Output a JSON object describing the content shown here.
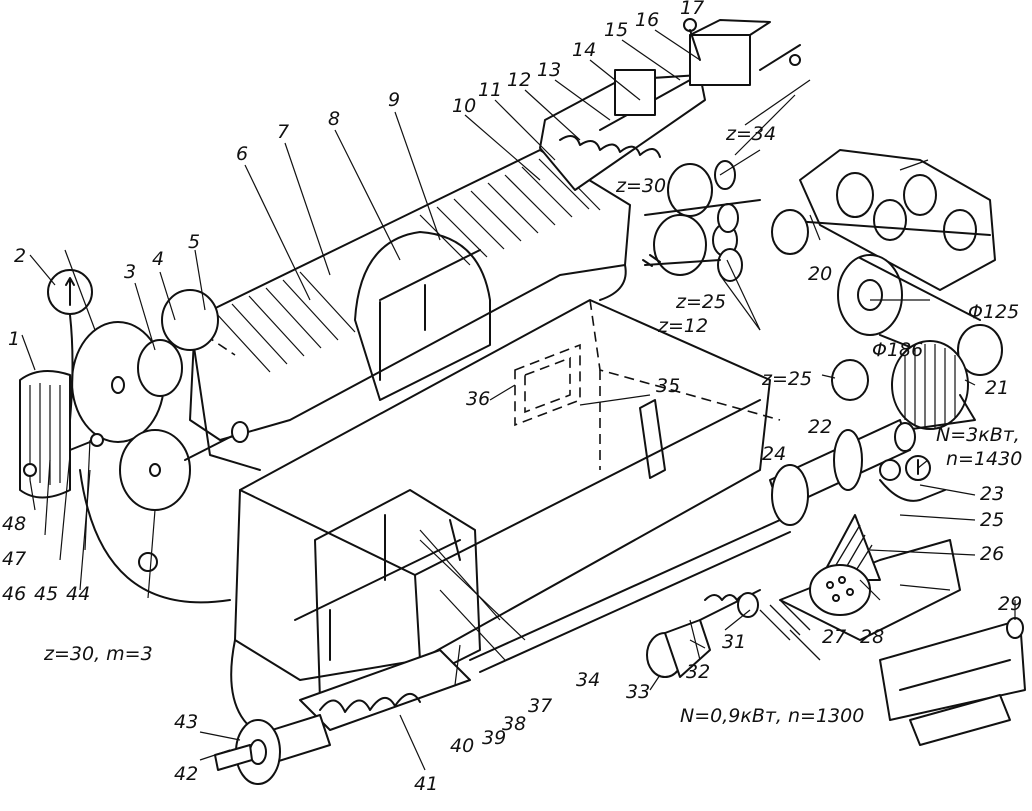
{
  "colors": {
    "ink": "#111111",
    "paper": "#ffffff"
  },
  "callouts": {
    "n1": "1",
    "n2": "2",
    "n3": "3",
    "n4": "4",
    "n5": "5",
    "n6": "6",
    "n7": "7",
    "n8": "8",
    "n9": "9",
    "n10": "10",
    "n11": "11",
    "n12": "12",
    "n13": "13",
    "n14": "14",
    "n15": "15",
    "n16": "16",
    "n17": "17",
    "n20": "20",
    "n21": "21",
    "n22": "22",
    "n23": "23",
    "n24": "24",
    "n25": "25",
    "n26": "26",
    "n27": "27",
    "n28": "28",
    "n29": "29",
    "n31": "31",
    "n32": "32",
    "n33": "33",
    "n34": "34",
    "n35": "35",
    "n36": "36",
    "n37": "37",
    "n38": "38",
    "n39": "39",
    "n40": "40",
    "n41": "41",
    "n42": "42",
    "n43": "43",
    "n44": "44",
    "n45": "45",
    "n46": "46",
    "n47": "47",
    "n48": "48"
  },
  "gear_labels": {
    "z34": "z=34",
    "z30": "z=30",
    "z25a": "z=25",
    "z12": "z=12",
    "z25b": "z=25",
    "z30m3": "z=30, m=3"
  },
  "pulleys": {
    "d125": "Φ125",
    "d186": "Φ186"
  },
  "motors": {
    "main_power": "N=3кВт,",
    "main_speed": "n=1430",
    "small_drive": "N=0,9кВт, n=1300"
  }
}
